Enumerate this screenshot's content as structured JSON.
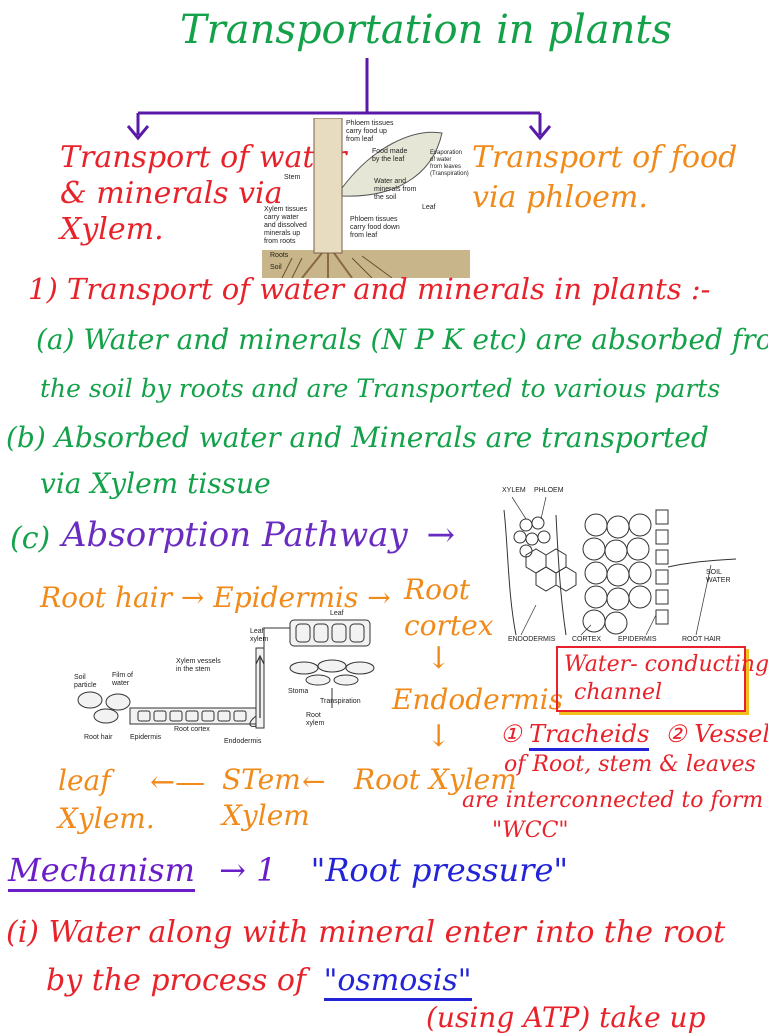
{
  "title": "Transportation in plants",
  "branch_left": [
    "Transport of water",
    "& minerals via",
    "Xylem."
  ],
  "branch_right": [
    "Transport of food",
    "via phloem."
  ],
  "plant_diagram": {
    "phloem_top": "Phloem tissues\ncarry food up\nfrom leaf",
    "food_made": "Food made\nby the leaf",
    "evaporation": "Evaporation\nof water\nfrom leaves\n(Transpiration)",
    "stem": "Stem",
    "water_minerals": "Water and\nminerals from\nthe soil",
    "leaf": "Leaf",
    "xylem": "Xylem tissues\ncarry water\nand dissolved\nminerals up\nfrom roots",
    "phloem_down": "Phloem tissues\ncarry food down\nfrom leaf",
    "roots": "Roots",
    "soil": "Soil"
  },
  "section1": {
    "heading": "1) Transport of water and minerals in plants :-",
    "point_a_1": "(a) Water and minerals (N P K etc) are absorbed from",
    "point_a_2": "the soil by roots and are Transported to various parts",
    "point_b_1": "(b) Absorbed water and Minerals are transported",
    "point_b_2": "via Xylem tissue"
  },
  "absorption": {
    "label": "(c)",
    "heading": "Absorption Pathway",
    "arrow": "→"
  },
  "pathway": {
    "root_hair": "Root hair",
    "epidermis": "Epidermis",
    "root_cortex_1": "Root",
    "root_cortex_2": "cortex",
    "endodermis": "Endodermis",
    "root_xylem": "Root Xylem",
    "stem_xylem_1": "STem",
    "stem_xylem_2": "Xylem",
    "leaf_xylem_1": "leaf",
    "leaf_xylem_2": "Xylem."
  },
  "cross_section": {
    "xylem": "XYLEM",
    "phloem": "PHLOEM",
    "soil_water": "SOIL\nWATER",
    "endodermis": "ENDODERMIS",
    "cortex": "CORTEX",
    "epidermis": "EPIDERMIS",
    "root_hair": "ROOT HAIR"
  },
  "flow_diagram": {
    "leaf": "Leaf",
    "leaf_xylem": "Leaf\nxylem",
    "xylem_vessels": "Xylem vessels\nin the stem",
    "soil_particle": "Soil\nparticle",
    "film_water": "Film of\nwater",
    "stoma": "Stoma",
    "transpiration": "Transpiration",
    "root_xylem": "Root\nxylem",
    "root_hair": "Root hair",
    "epidermis": "Epidermis",
    "root_cortex": "Root cortex",
    "endodermis": "Endodermis"
  },
  "wcc_box": [
    "Water- conducting",
    "channel"
  ],
  "wcc_text": {
    "one": "①",
    "tracheids": "Tracheids",
    "two": "②",
    "vessels": "Vessels",
    "line2": "of Root, stem & leaves",
    "line3": "are interconnected to form",
    "line4": "\"WCC\""
  },
  "mechanism": {
    "label": "Mechanism",
    "arrow": "→",
    "num": "1",
    "root_pressure": "\"Root pressure\""
  },
  "point_i": {
    "line1": "(i) Water along with mineral enter into the root",
    "line2_a": "by the process of",
    "line2_b": "\"osmosis\"",
    "line3": "(using ATP) take up"
  },
  "colors": {
    "green": "#13a24a",
    "red": "#e8222a",
    "orange": "#f08a1a",
    "purple": "#6a1ec8",
    "blue": "#2323d8"
  }
}
